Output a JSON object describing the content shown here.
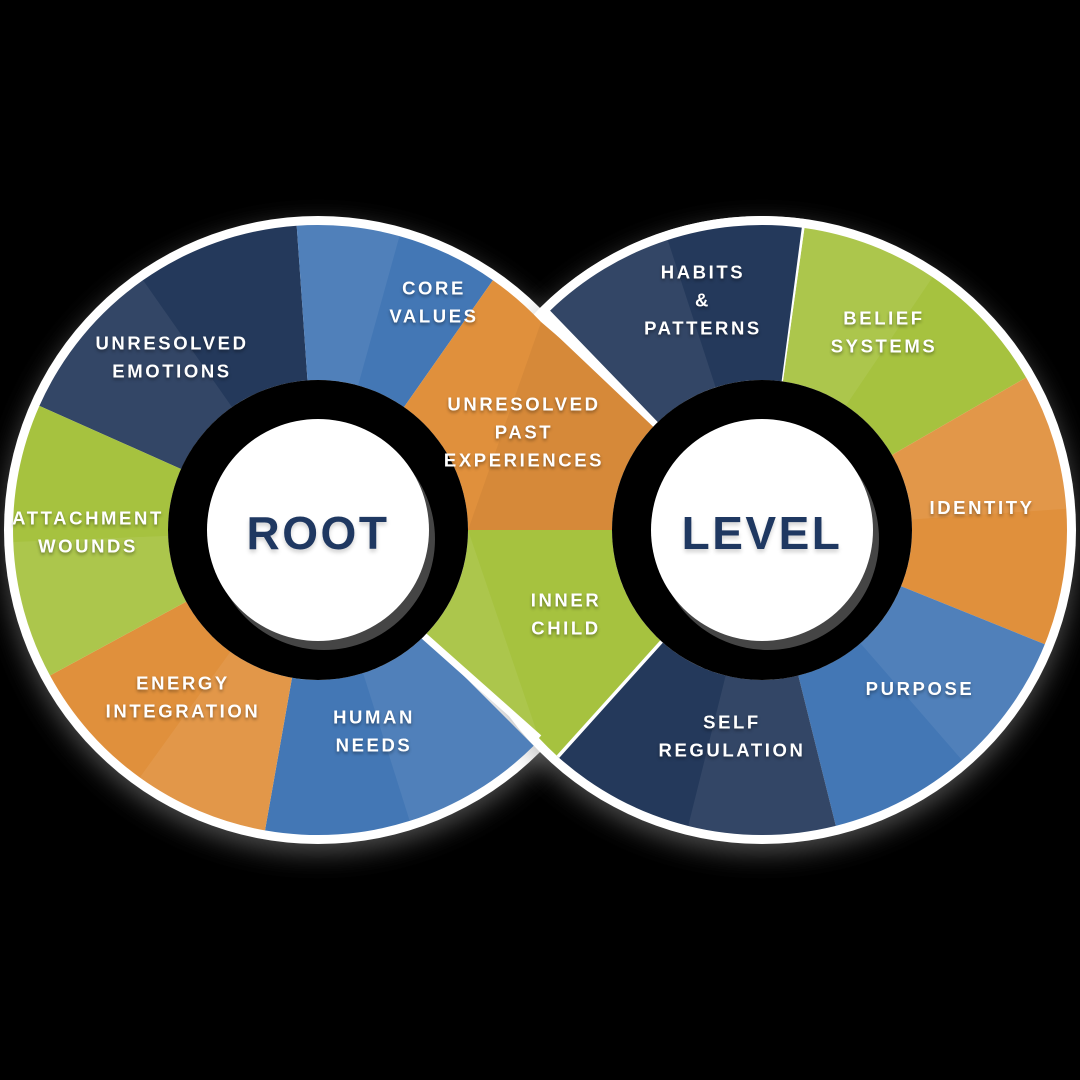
{
  "background_color": "#000000",
  "palette": {
    "navy": "#24395B",
    "blue": "#4377B5",
    "green": "#A6C23F",
    "orange": "#E0903C",
    "rim_white": "#FFFFFF",
    "title_text": "#1F3861",
    "label_text": "#FFFFFF"
  },
  "wheels": [
    {
      "id": "root",
      "title": "ROOT",
      "segments": [
        {
          "id": "core-values",
          "label": "CORE\nVALUES",
          "color": "blue"
        },
        {
          "id": "unresolved-past-experiences",
          "label": "UNRESOLVED\nPAST\nEXPERIENCES",
          "color": "orange"
        },
        {
          "id": "inner-child",
          "label": "INNER\nCHILD",
          "color": "green"
        },
        {
          "id": "human-needs",
          "label": "HUMAN\nNEEDS",
          "color": "blue"
        },
        {
          "id": "energy-integration",
          "label": "ENERGY\nINTEGRATION",
          "color": "orange"
        },
        {
          "id": "attachment-wounds",
          "label": "ATTACHMENT\nWOUNDS",
          "color": "green"
        },
        {
          "id": "unresolved-emotions",
          "label": "UNRESOLVED\nEMOTIONS",
          "color": "navy"
        }
      ]
    },
    {
      "id": "level",
      "title": "LEVEL",
      "segments": [
        {
          "id": "habits-patterns",
          "label": "HABITS\n&\nPATTERNS",
          "color": "navy"
        },
        {
          "id": "belief-systems",
          "label": "BELIEF\nSYSTEMS",
          "color": "green"
        },
        {
          "id": "identity",
          "label": "IDENTITY",
          "color": "orange"
        },
        {
          "id": "purpose",
          "label": "PURPOSE",
          "color": "blue"
        },
        {
          "id": "self-regulation",
          "label": "SELF\nREGULATION",
          "color": "navy"
        }
      ]
    }
  ]
}
